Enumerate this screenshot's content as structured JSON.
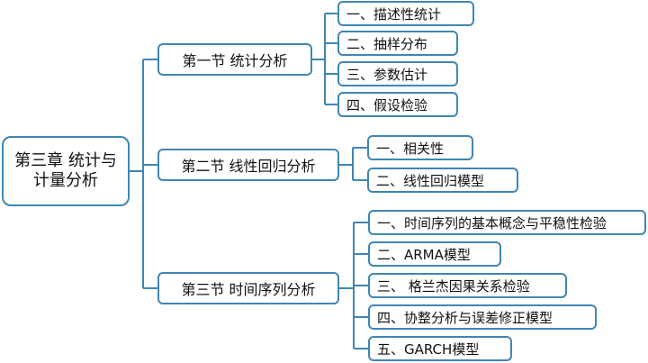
{
  "mindmap": {
    "root": {
      "label": "第三章  统计与计量分析"
    },
    "sections": [
      {
        "label": "第一节  统计分析",
        "children": [
          {
            "label": "一、描述性统计"
          },
          {
            "label": "二、抽样分布"
          },
          {
            "label": "三、参数估计"
          },
          {
            "label": "四、假设检验"
          }
        ]
      },
      {
        "label": "第二节  线性回归分析",
        "children": [
          {
            "label": "一、相关性"
          },
          {
            "label": "二、线性回归模型"
          }
        ]
      },
      {
        "label": "第三节  时间序列分析",
        "children": [
          {
            "label": "一、时间序列的基本概念与平稳性检验"
          },
          {
            "label": "二、ARMA模型"
          },
          {
            "label": "三、 格兰杰因果关系检验"
          },
          {
            "label": "四、协整分析与误差修正模型"
          },
          {
            "label": "五、GARCH模型"
          }
        ]
      }
    ]
  },
  "colors": {
    "border": "#3f86b4",
    "connector": "#3f86b4",
    "text": "#111111",
    "background": "#ffffff"
  }
}
